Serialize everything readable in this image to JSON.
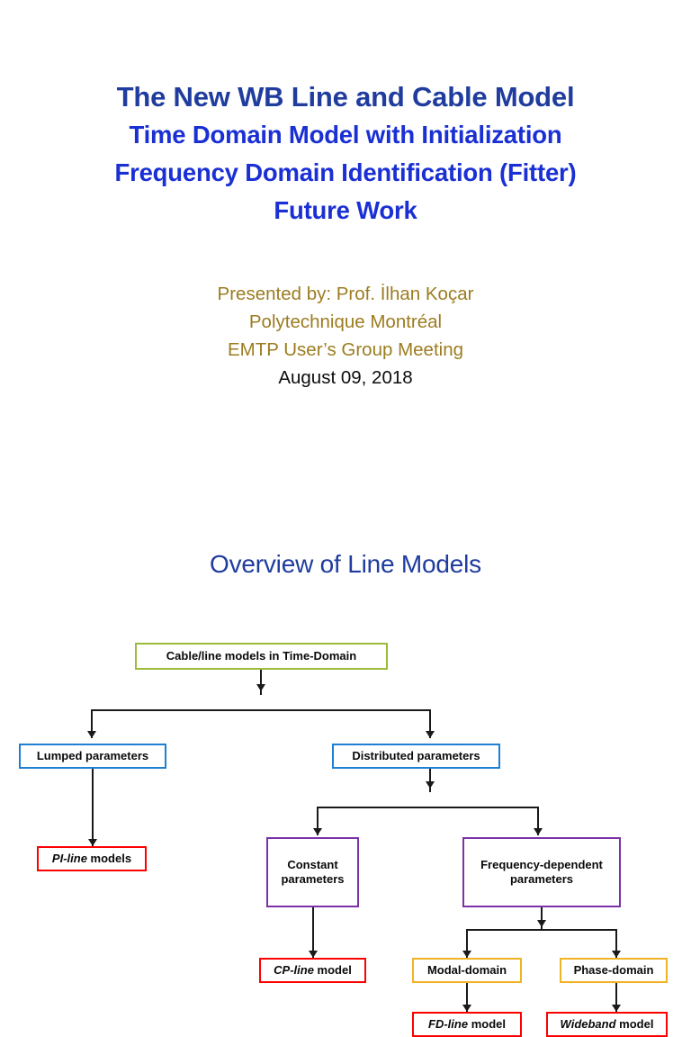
{
  "slide": {
    "title_lines": [
      "The New WB Line and Cable Model",
      "Time Domain Model with Initialization",
      "Frequency Domain Identification (Fitter)",
      "Future Work"
    ],
    "presenter": [
      "Presented by: Prof. İlhan Koçar",
      "Polytechnique Montréal",
      "EMTP User’s Group Meeting"
    ],
    "date": "August 09, 2018",
    "section_heading": "Overview of Line Models",
    "colors": {
      "title_primary": "#1f3c9e",
      "title_secondary": "#1a30d4",
      "presenter_gold": "#9c7c20",
      "date_black": "#0d0d0d",
      "border_green": "#9bbb3c",
      "border_blue": "#1f7fd0",
      "border_red": "#ff0000",
      "border_purple": "#7b31a8",
      "border_amber": "#f0b323",
      "connector": "#1a1a1a"
    }
  },
  "diagram": {
    "type": "flowchart",
    "root": "Cable/line models in Time-Domain",
    "nodes": {
      "root": "Cable/line models in Time-Domain",
      "lumped": "Lumped parameters",
      "distributed": "Distributed parameters",
      "pi_line_em": "PI-line",
      "pi_line_rest": " models",
      "constant_l1": "Constant",
      "constant_l2": "parameters",
      "freqdep_l1": "Frequency-dependent",
      "freqdep_l2": "parameters",
      "cp_line_em": "CP-line",
      "cp_line_rest": " model",
      "modal": "Modal-domain",
      "phase": "Phase-domain",
      "fd_line_em": "FD-line",
      "fd_line_rest": " model",
      "wideband_em": "Wideband",
      "wideband_rest": " model"
    },
    "edges": [
      "root -> lumped",
      "root -> distributed",
      "lumped -> pi-line models",
      "distributed -> constant parameters",
      "distributed -> frequency-dependent parameters",
      "constant parameters -> CP-line model",
      "frequency-dependent parameters -> Modal-domain",
      "frequency-dependent parameters -> Phase-domain",
      "Modal-domain -> FD-line model",
      "Phase-domain -> Wideband model"
    ]
  }
}
